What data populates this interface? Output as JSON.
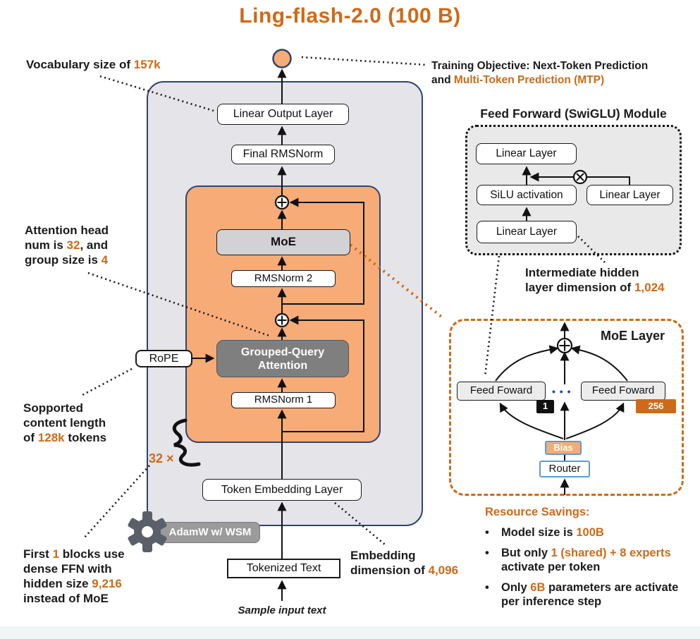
{
  "title": "Ling-flash-2.0 (100 B)",
  "colors": {
    "accent": "#CE6A17",
    "orange-fill": "#F7AB77",
    "panel": "#E5E4E9",
    "navy": "#2F456E",
    "gqa": "#7F7F7F",
    "moe-box": "#D2D2D5",
    "blue-border": "#5B9BD5",
    "footer": "#EFF6F5",
    "dots-navy": "#1F4E99",
    "gear": "#596069",
    "adamw-bg": "#9B9B9B"
  },
  "blocks": {
    "linear_output": "Linear Output Layer",
    "final_rmsnorm": "Final RMSNorm",
    "moe": "MoE",
    "rmsnorm2": "RMSNorm 2",
    "gqa_l1": "Grouped-Query",
    "gqa_l2": "Attention",
    "rmsnorm1": "RMSNorm 1",
    "token_embedding": "Token Embedding Layer",
    "tokenized_text": "Tokenized Text",
    "rope": "RoPE",
    "adamw": "AdamW w/ WSM"
  },
  "ann": {
    "vocab": [
      "Vocabulary size of ",
      "157k"
    ],
    "attn_l1": "Attention head",
    "attn_l2": [
      "num is ",
      "32",
      ", and"
    ],
    "attn_l3": [
      "group size is ",
      "4"
    ],
    "sop_l1": "Sopported",
    "sop_l2": "content length",
    "sop_l3": [
      "of ",
      "128k",
      " tokens"
    ],
    "repeat": "32 ×",
    "fb_l1": [
      "First ",
      "1",
      " blocks use"
    ],
    "fb_l2": "dense FFN with",
    "fb_l3": [
      "hidden size ",
      "9,216"
    ],
    "fb_l4": "instead of MoE",
    "emb_l1": "Embedding",
    "emb_l2": [
      "dimension of ",
      "4,096"
    ],
    "train_l1": "Training Objective: Next-Token Prediction",
    "train_l2": [
      "and ",
      "Multi-Token Prediction (MTP)"
    ],
    "inter_l1": "Intermediate hidden",
    "inter_l2": [
      "layer dimension of ",
      "1,024"
    ],
    "sample_input": "Sample input text"
  },
  "swiglu": {
    "title": "Feed Forward (SwiGLU) Module",
    "linear_top": "Linear Layer",
    "silu": "SiLU activation",
    "linear_right": "Linear Layer",
    "linear_bottom": "Linear Layer"
  },
  "moe_layer": {
    "title": "MoE Layer",
    "ff_left": "Feed Foward",
    "ff_right": "Feed Foward",
    "badge_first": "1",
    "badge_last": "256",
    "dots": "• • •",
    "bias": "Bias",
    "router": "Router"
  },
  "resources": {
    "title": "Resource Savings:",
    "bullet": "•",
    "b1": [
      "Model size is ",
      "100B"
    ],
    "b2_l1": [
      "But only ",
      "1 (shared) + 8 experts"
    ],
    "b2_l2": "activate per token",
    "b3_l1": [
      "Only ",
      "6B",
      " parameters are activate"
    ],
    "b3_l2": "per inference step"
  }
}
